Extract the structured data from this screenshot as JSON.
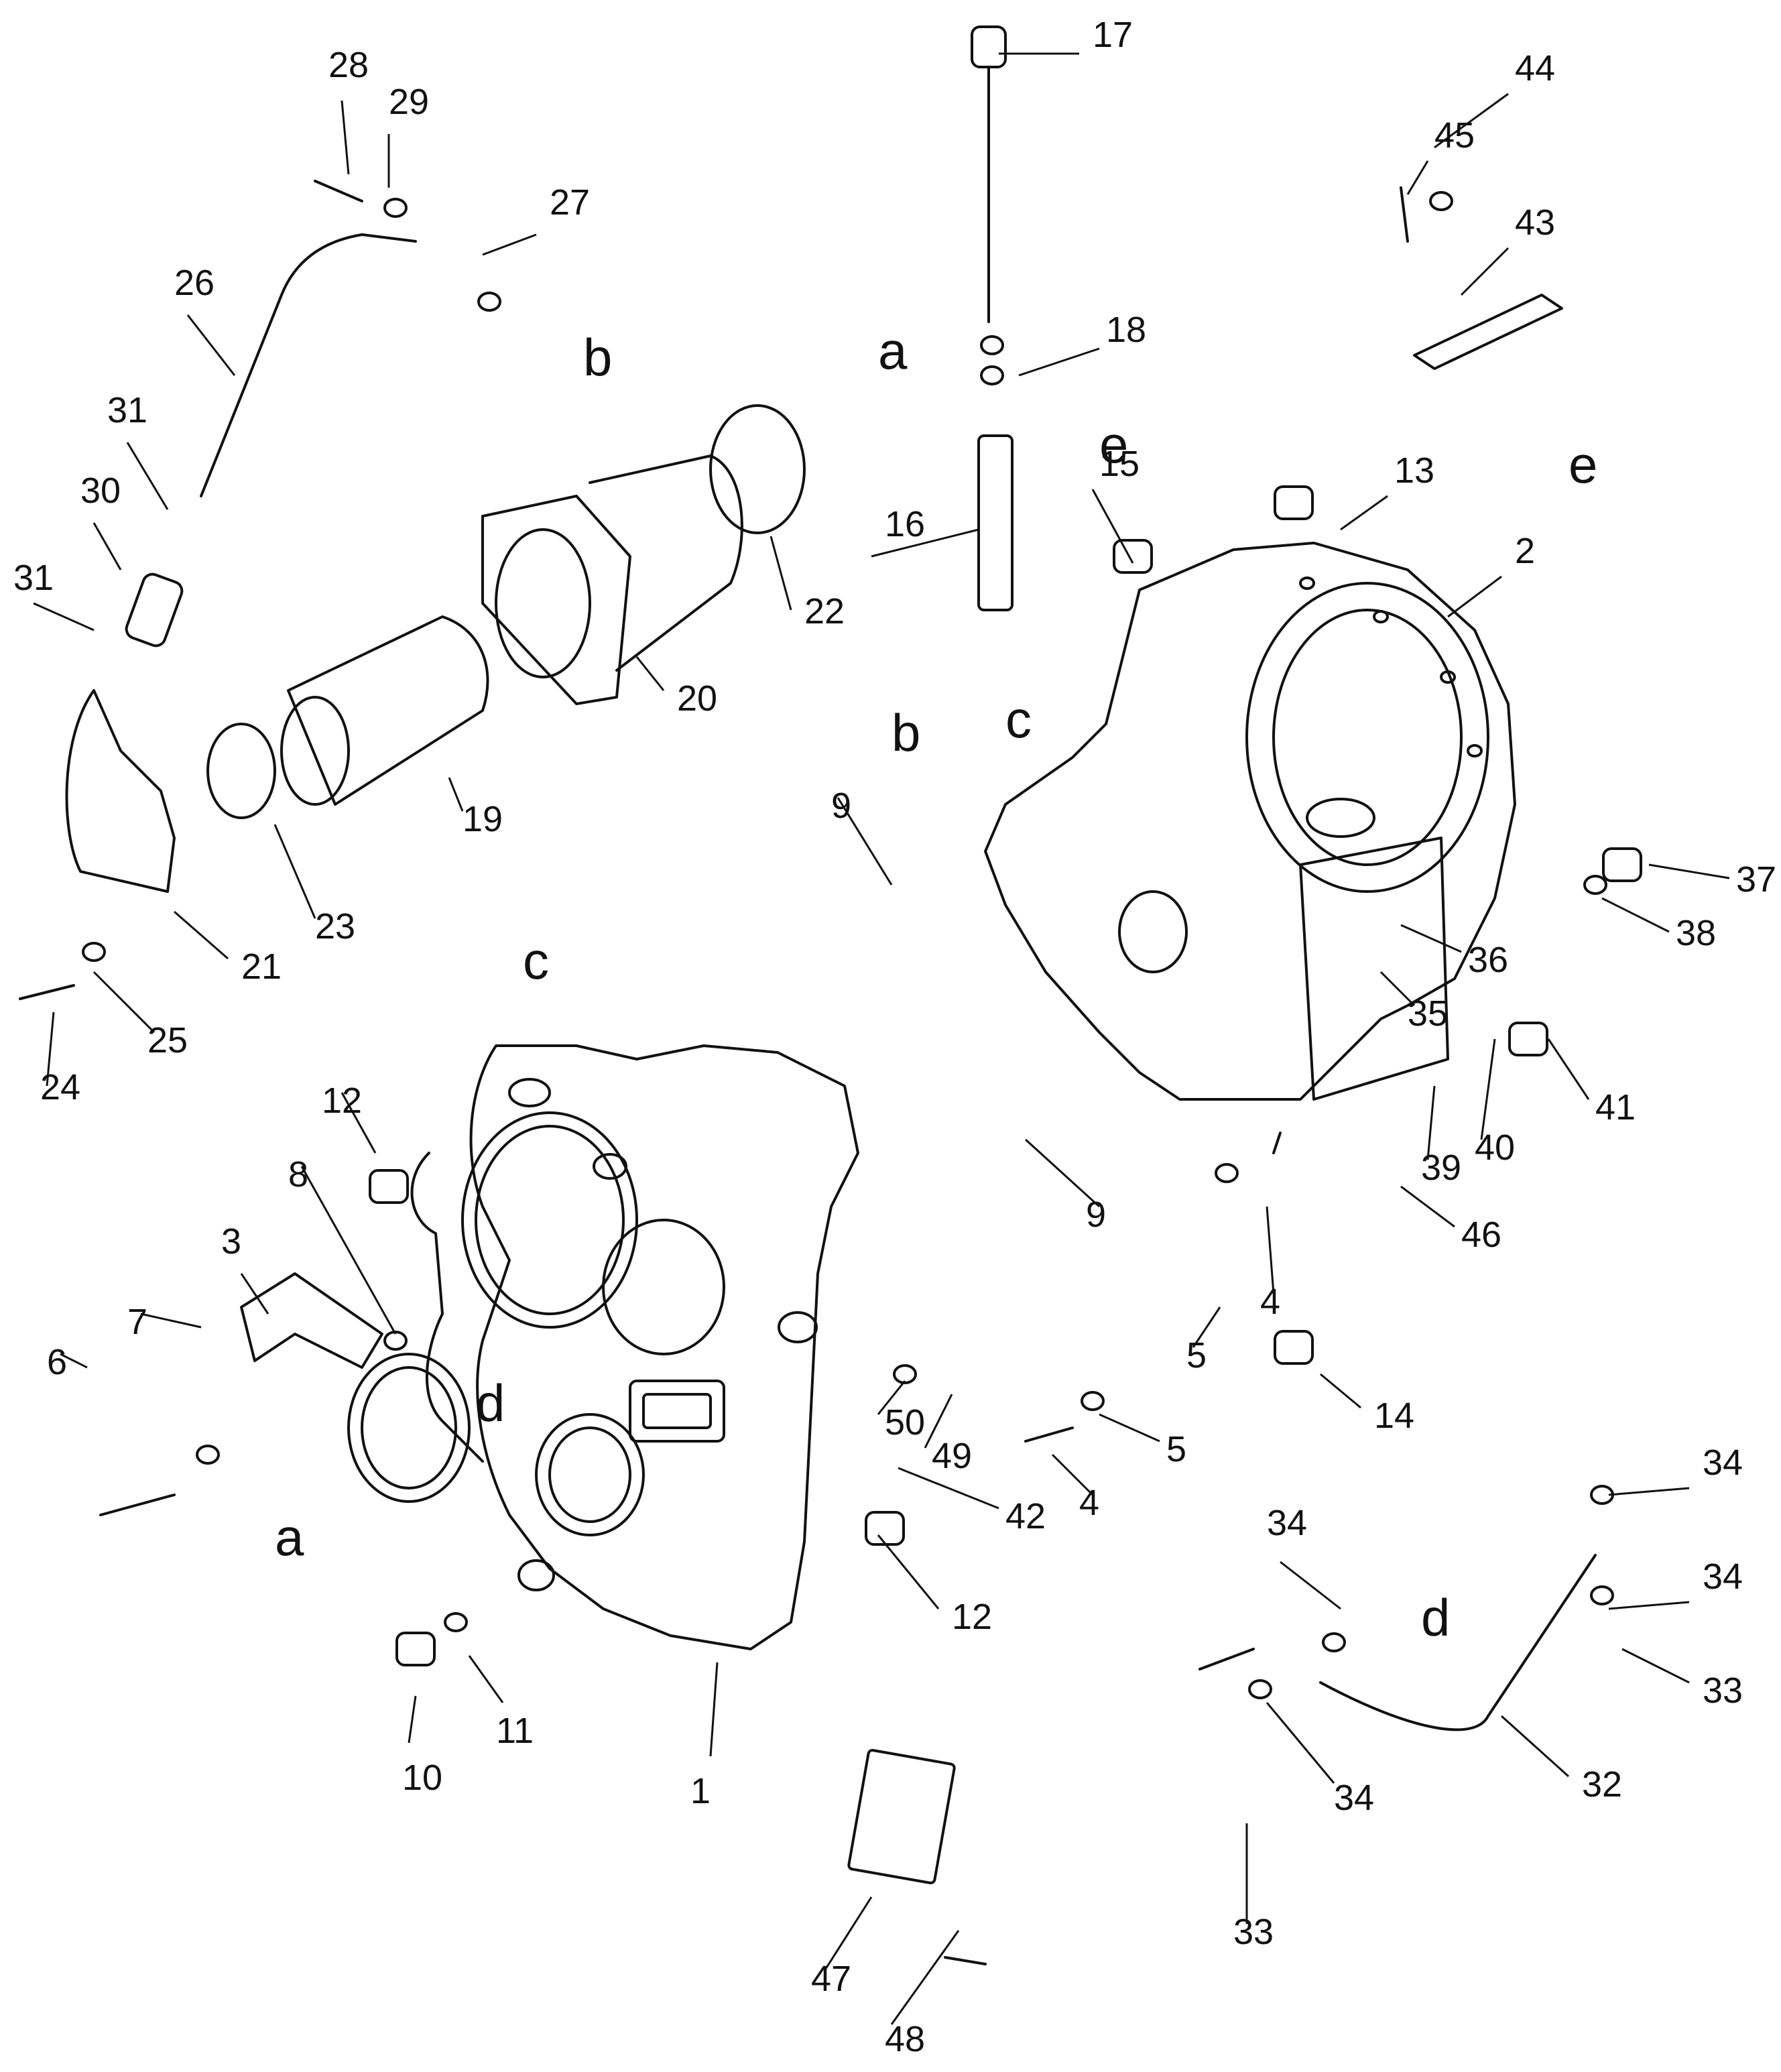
{
  "callouts": [
    "1",
    "2",
    "3",
    "4",
    "4",
    "5",
    "5",
    "6",
    "7",
    "8",
    "9",
    "9",
    "10",
    "11",
    "12",
    "12",
    "13",
    "14",
    "15",
    "16",
    "17",
    "18",
    "19",
    "20",
    "21",
    "22",
    "23",
    "24",
    "25",
    "26",
    "27",
    "28",
    "29",
    "30",
    "31",
    "31",
    "32",
    "33",
    "33",
    "34",
    "34",
    "34",
    "34",
    "35",
    "36",
    "37",
    "38",
    "39",
    "40",
    "41",
    "42",
    "43",
    "44",
    "45",
    "46",
    "47",
    "48",
    "49",
    "50"
  ],
  "connection_letters": [
    "a",
    "a",
    "b",
    "b",
    "c",
    "c",
    "d",
    "d",
    "e",
    "e"
  ],
  "icons": {
    "bolt": "bolt-icon",
    "washer": "washer-icon",
    "plug": "plug-icon",
    "pin": "dowel-pin-icon",
    "arrow": "arrow-icon"
  },
  "colors": {
    "ink": "#111111",
    "paper": "#ffffff"
  }
}
